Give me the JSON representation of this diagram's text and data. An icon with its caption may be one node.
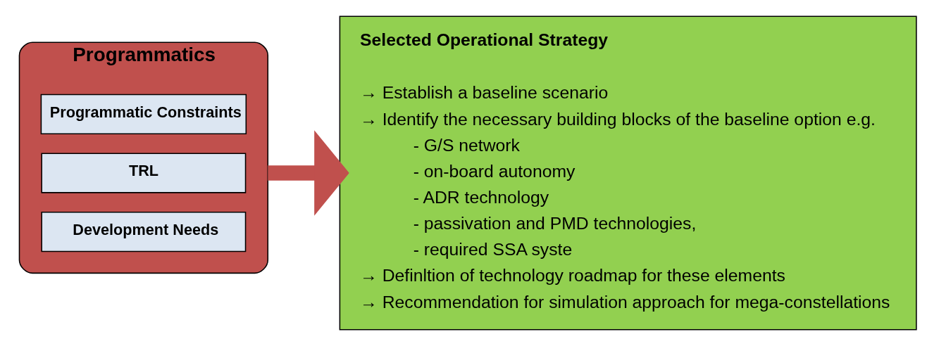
{
  "diagram": {
    "nodes": [
      {
        "text": [
          "Programmatics"
        ]
      },
      {
        "text": [
          "Programmatic Constraints"
        ],
        "in": 0
      },
      {
        "text": [
          "TRL"
        ],
        "in": 0
      },
      {
        "text": [
          "Development Needs"
        ],
        "in": 0
      },
      {
        "text": [
          "Selected Operational Strategy",
          "→ Establish a baseline scenario",
          "→ Identify the necessary building blocks of the baseline option e.g.",
          "- G/S network",
          "- on-board autonomy",
          "- ADR technology",
          "- passivation and PMD technologies,",
          "- required SSA syste",
          "→ Definltion of technology roadmap for these elements",
          "→ Recommendation for simulation approach for mega-constellations"
        ]
      }
    ],
    "edges": [
      {
        "from": 0,
        "to": 4,
        "arrow": "to",
        "color": "#c0504d"
      }
    ]
  }
}
